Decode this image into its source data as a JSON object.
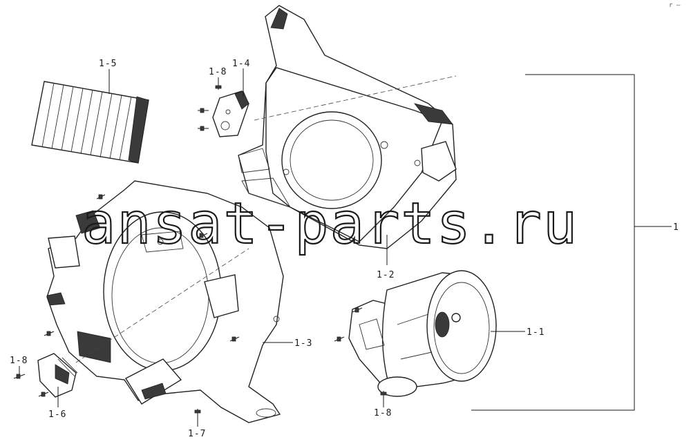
{
  "watermark": "ansat-parts.ru",
  "corner_mark": "r —",
  "callouts": {
    "assembly": "1",
    "motor": "1-1",
    "upper_case": "1-2",
    "lower_case": "1-3",
    "bracket": "1-4",
    "filter": "1-5",
    "resistor": "1-6",
    "screw_7": "1-7",
    "screw_8_top": "1-8",
    "screw_8_left": "1-8",
    "screw_8_bottom": "1-8"
  }
}
